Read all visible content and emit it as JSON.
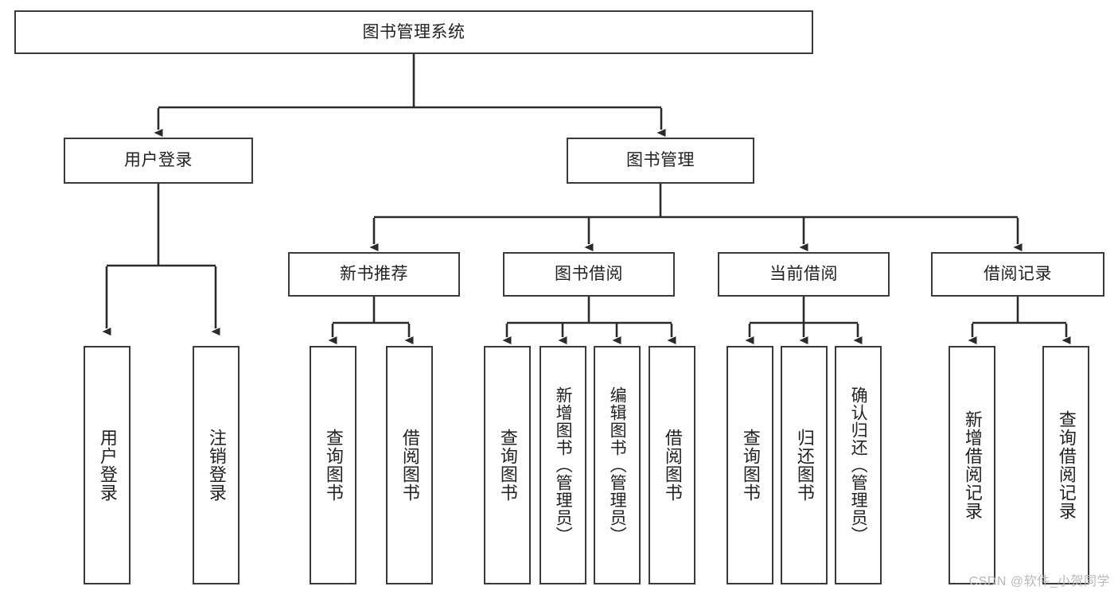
{
  "diagram": {
    "title": "图书管理系统",
    "type": "tree-hierarchy",
    "watermark": "CSDN @软件_小贺同学",
    "colors": {
      "background": "#ffffff",
      "box_border": "#3a3a3a",
      "connector": "#2b2b2b",
      "text": "#222222",
      "watermark": "#b9b9b9"
    },
    "root": {
      "label": "图书管理系统"
    },
    "level2": [
      {
        "label": "用户登录"
      },
      {
        "label": "图书管理"
      }
    ],
    "level3": [
      {
        "label": "新书推荐"
      },
      {
        "label": "图书借阅"
      },
      {
        "label": "当前借阅"
      },
      {
        "label": "借阅记录"
      }
    ],
    "leaves": {
      "user_login": [
        {
          "label": "用户登录"
        },
        {
          "label": "注销登录"
        }
      ],
      "new_book_recommend": [
        {
          "label": "查询图书"
        },
        {
          "label": "借阅图书"
        }
      ],
      "book_borrow": [
        {
          "label": "查询图书"
        },
        {
          "label": "新增图书（管理员）"
        },
        {
          "label": "编辑图书（管理员）"
        },
        {
          "label": "借阅图书"
        }
      ],
      "current_borrow": [
        {
          "label": "查询图书"
        },
        {
          "label": "归还图书"
        },
        {
          "label": "确认归还（管理员）"
        }
      ],
      "borrow_record": [
        {
          "label": "新增借阅记录"
        },
        {
          "label": "查询借阅记录"
        }
      ]
    }
  }
}
